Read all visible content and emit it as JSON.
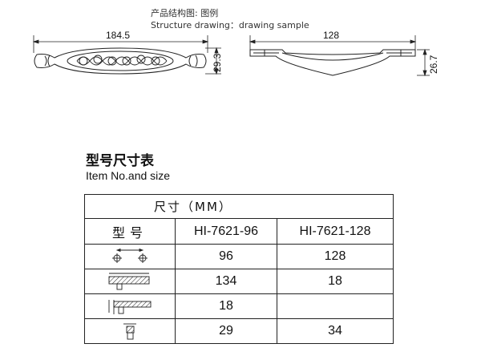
{
  "caption": {
    "chinese": "产品结构图: 图例",
    "english": "Structure drawing：drawing sample"
  },
  "front_view": {
    "width_label": "184.5",
    "height_label": "29.3"
  },
  "side_view": {
    "width_label": "128",
    "height_label": "26.7"
  },
  "section_title": {
    "chinese": "型号尺寸表",
    "english": "Item No.and size"
  },
  "table": {
    "caption": "尺寸（MM）",
    "header": {
      "label": "型号",
      "models": [
        "HI-7621-96",
        "HI-7621-128"
      ]
    },
    "rows": [
      {
        "icon": "hole-spacing-icon",
        "values": [
          "96",
          "128"
        ]
      },
      {
        "icon": "handle-length-icon",
        "values": [
          "134",
          "18"
        ]
      },
      {
        "icon": "handle-projection-icon",
        "values": [
          "18",
          ""
        ]
      },
      {
        "icon": "handle-thickness-icon",
        "values": [
          "29",
          "34"
        ]
      }
    ]
  }
}
